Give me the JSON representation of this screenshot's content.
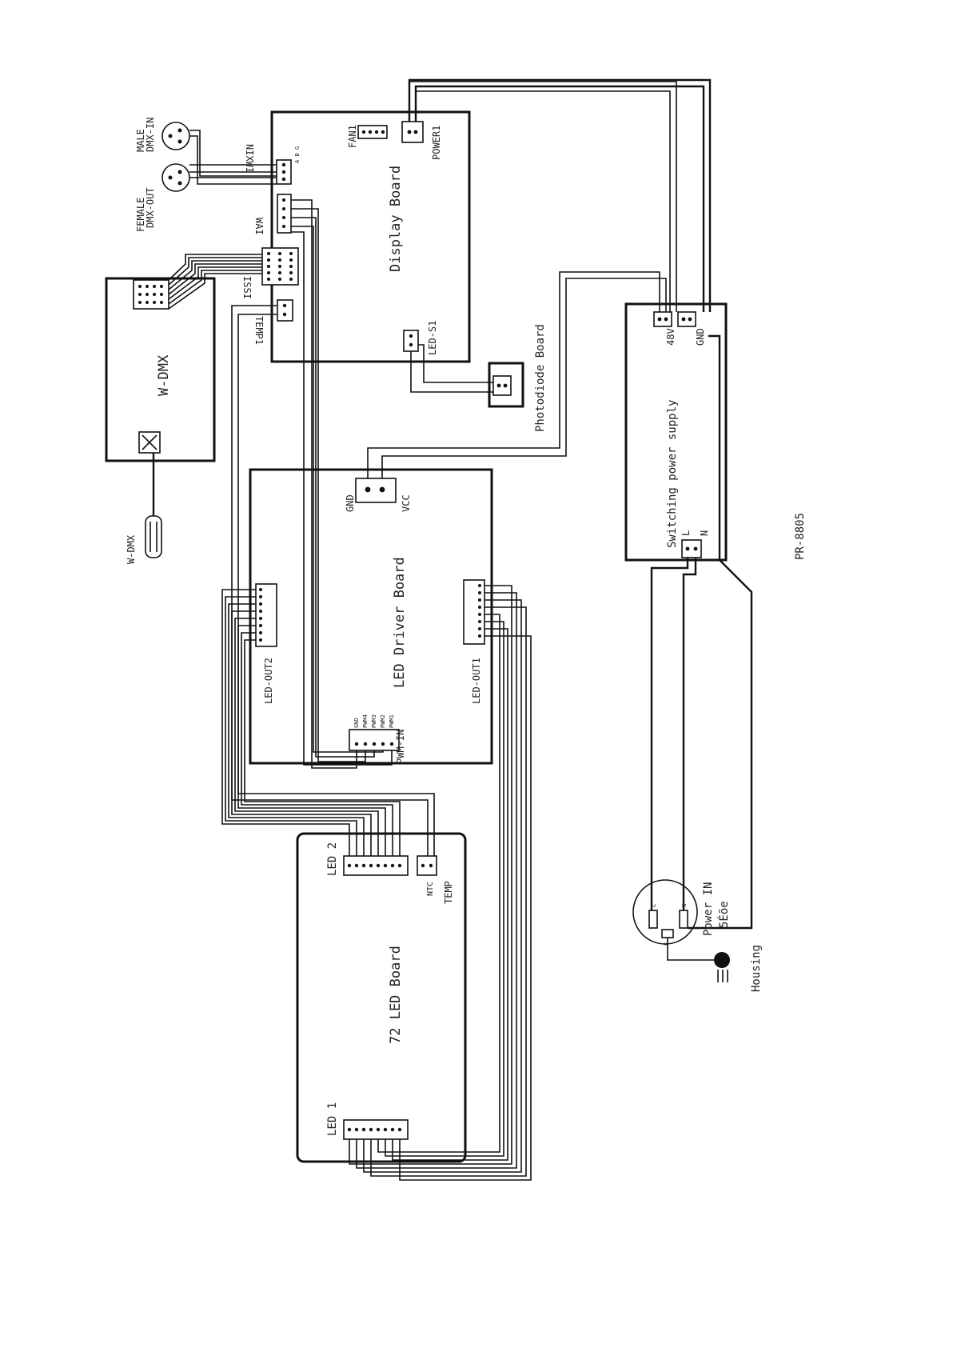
{
  "diagram": {
    "title_code": "PR-8805",
    "boards": {
      "display": "Display Board",
      "led_driver": "LED Driver Board",
      "led_board": "72 LED Board",
      "wdmx": "W-DMX",
      "power_supply": "Switching power supply",
      "photodiode": "Photodiode Board"
    },
    "connectors": {
      "dmx_in": "DMX-IN",
      "dmx_in_gender": "MALE",
      "dmx_out": "DMX-OUT",
      "dmx_out_gender": "FEMALE",
      "nixmi": "NIXWI",
      "abg": "A B G",
      "fan": "FAN1",
      "power1": "POWER1",
      "wai": "WAI",
      "ssi": "ISSI",
      "temp1": "TEMP1",
      "led_s1": "LED-S1",
      "v48": "48V",
      "gnd_psu": "GND",
      "gnd_drv": "GND",
      "vcc": "VCC",
      "led_out2": "LED-OUT2",
      "led_out1": "LED-OUT1",
      "pwm_in": "PWM-IN",
      "pwm_pins": [
        "GND",
        "PWM4",
        "PWM3",
        "PWM2",
        "PWM1"
      ],
      "led2": "LED 2",
      "led1": "LED 1",
      "temp": "TEMP",
      "ntc": "NTC",
      "l": "L",
      "n": "N",
      "wdmx_antenna": "W-DMX",
      "power_in": "Power IN",
      "power_in_sub": "5Éõe",
      "housing": "Housing",
      "inlet_pins": [
        "L",
        "N",
        "E"
      ]
    }
  }
}
